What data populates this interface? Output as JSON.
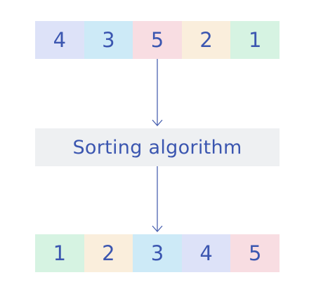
{
  "input_array": [
    {
      "value": "4",
      "color": "#dde2f8"
    },
    {
      "value": "3",
      "color": "#cdeaf7"
    },
    {
      "value": "5",
      "color": "#f8dde2"
    },
    {
      "value": "2",
      "color": "#faeedc"
    },
    {
      "value": "1",
      "color": "#d6f3e2"
    }
  ],
  "algorithm_label": "Sorting algorithm",
  "output_array": [
    {
      "value": "1",
      "color": "#d6f3e2"
    },
    {
      "value": "2",
      "color": "#faeedc"
    },
    {
      "value": "3",
      "color": "#cdeaf7"
    },
    {
      "value": "4",
      "color": "#dde2f8"
    },
    {
      "value": "5",
      "color": "#f8dde2"
    }
  ],
  "colors": {
    "text": "#3b56b0",
    "arrow": "#4a62b0",
    "box": "#eef0f2"
  }
}
